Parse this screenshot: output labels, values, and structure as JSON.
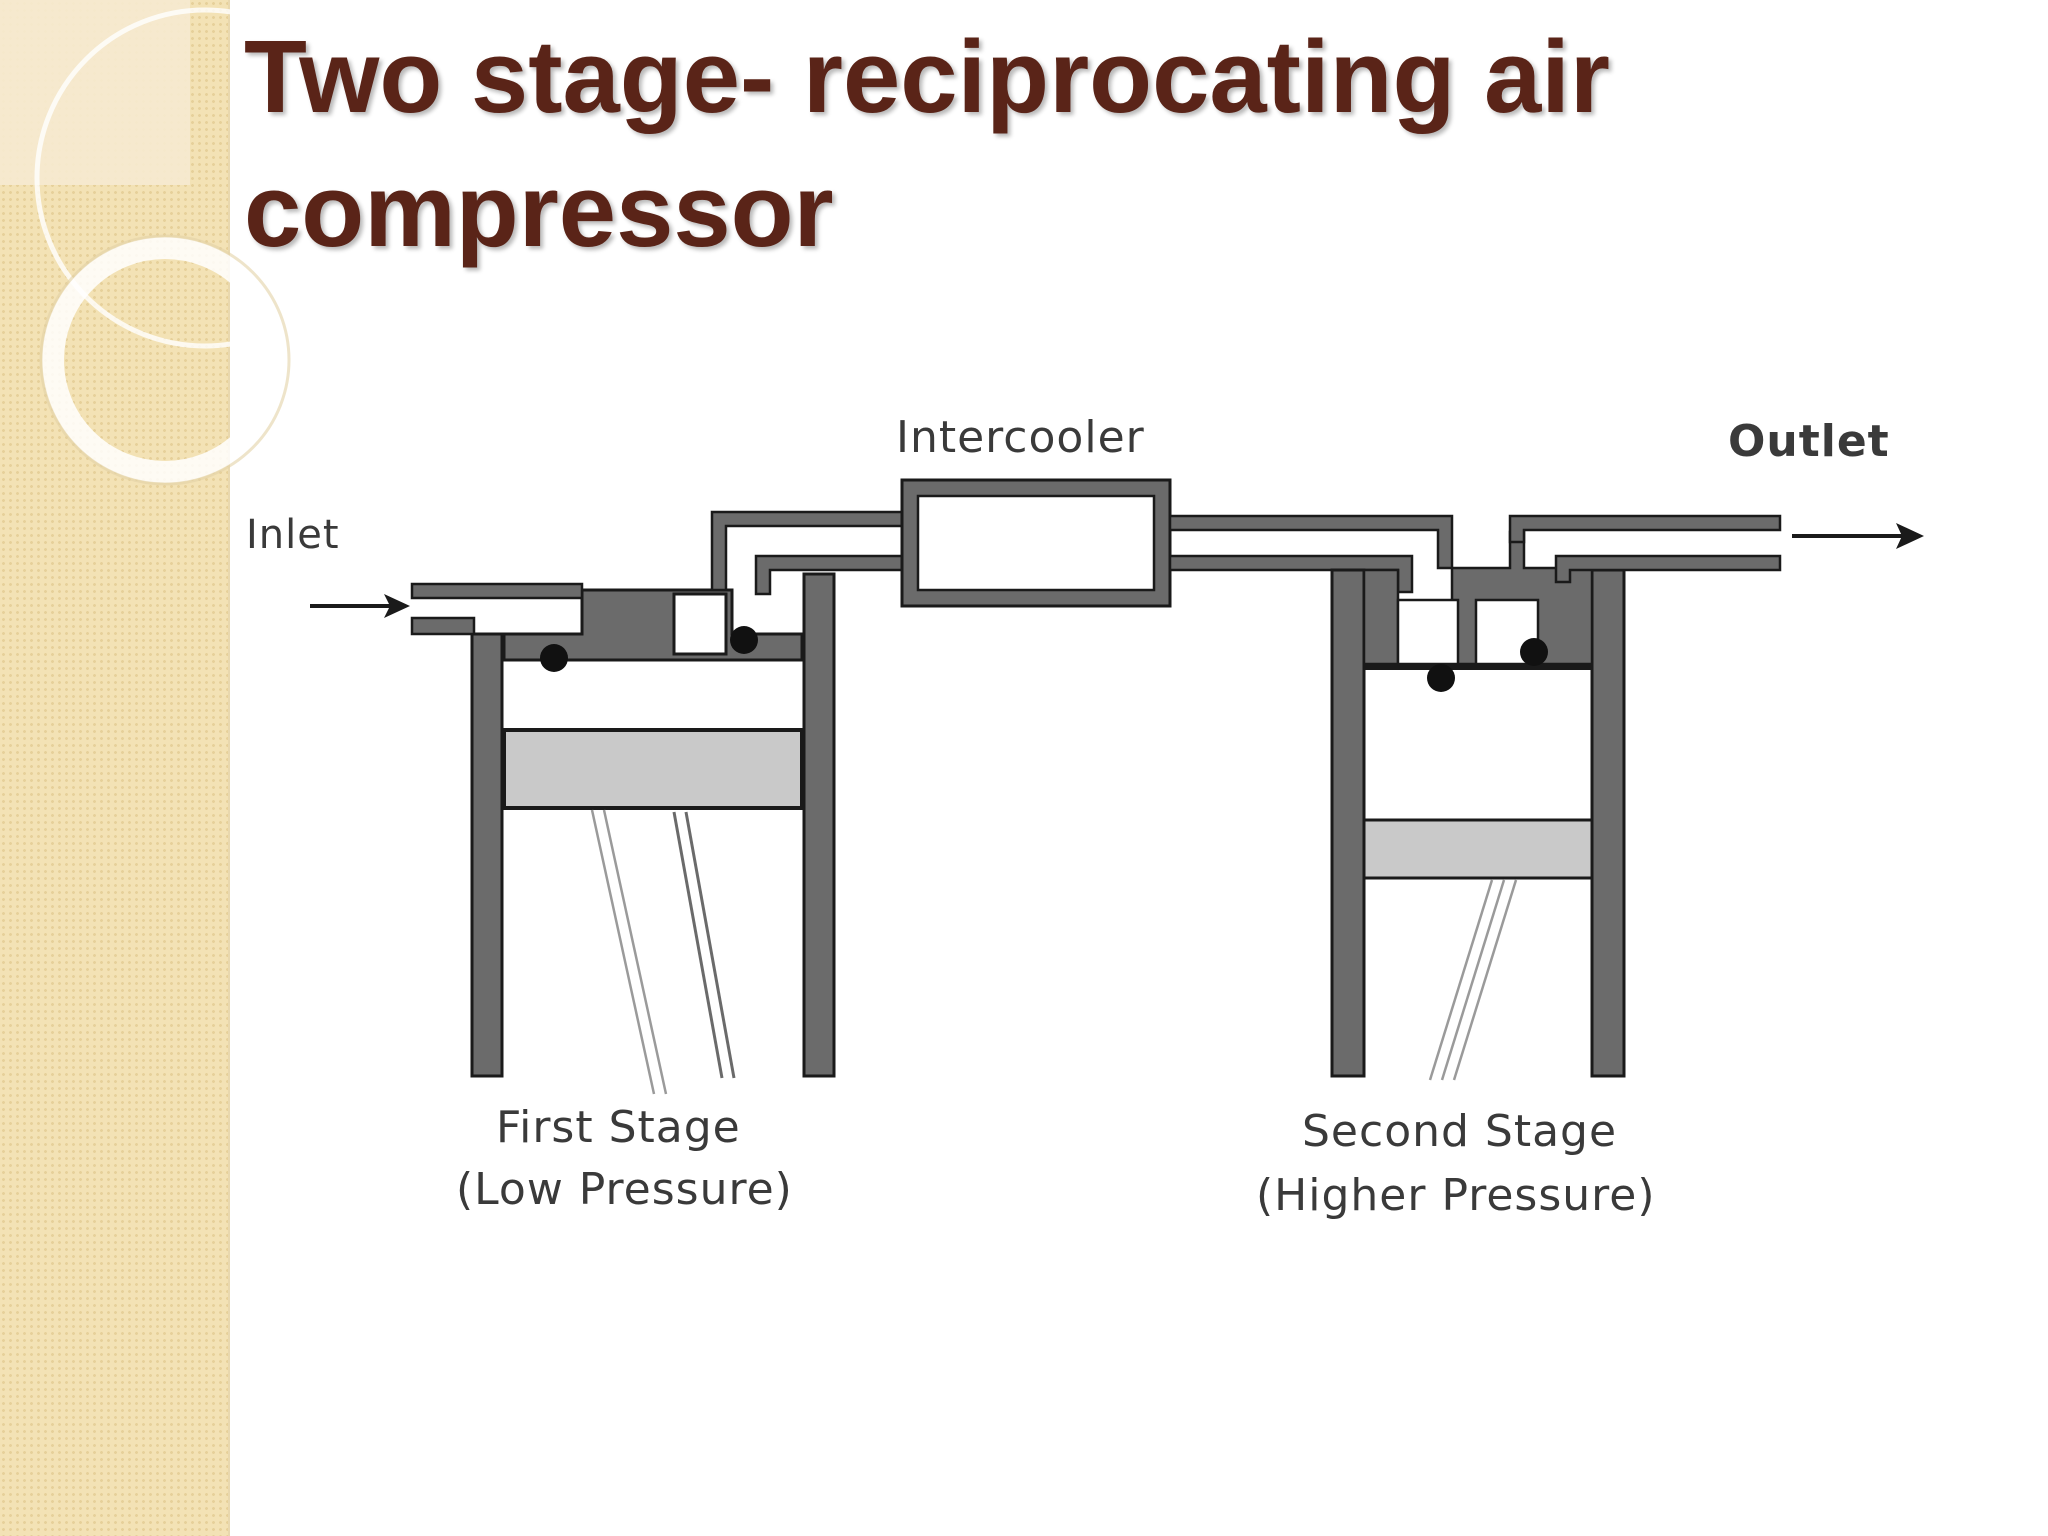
{
  "slide": {
    "title": "Two stage- reciprocating air compressor",
    "title_color": "#5a2418",
    "band_color": "#f3e2b5"
  },
  "diagram": {
    "labels": {
      "inlet": "Inlet",
      "intercooler": "Intercooler",
      "outlet": "Outlet",
      "first_stage": "First Stage",
      "first_stage_sub": "(Low Pressure)",
      "second_stage": "Second Stage",
      "second_stage_sub": "(Higher Pressure)"
    },
    "colors": {
      "wall": "#6b6b6b",
      "piston": "#c9c9c9",
      "outline": "#1a1a1a",
      "valve": "#111111"
    }
  }
}
